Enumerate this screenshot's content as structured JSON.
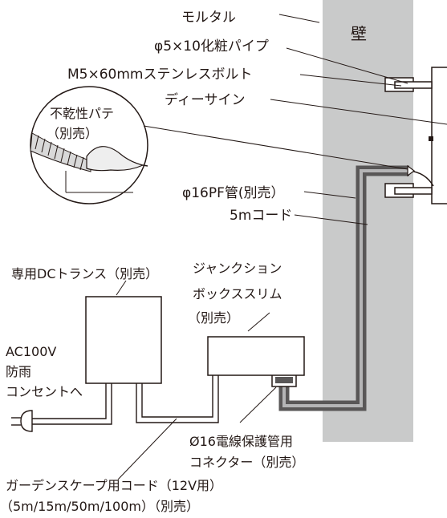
{
  "labels": {
    "mortar": "モルタル",
    "wall": "壁",
    "pipe": "φ5×10化粧パイプ",
    "bolt": "M5×60mmステンレスボルト",
    "sign": "ディーサイン",
    "putty_line1": "不乾性パテ",
    "putty_line2": "（別売）",
    "pf_pipe": "φ16PF管(別売）",
    "cord": "5mコード",
    "transformer": "専用DCトランス（別売）",
    "junction_line1": "ジャンクション",
    "junction_line2": "ボックススリム",
    "junction_line3": "（別売）",
    "ac_line1": "AC100V",
    "ac_line2": "防雨",
    "ac_line3": "コンセントへ",
    "connector_line1": "Ø16電線保護管用",
    "connector_line2": "コネクター（別売）",
    "garden_cord_line1": "ガーデンスケープ用コード（12V用）",
    "garden_cord_line2": "（5m/15m/50m/100m）（別売）"
  },
  "colors": {
    "wall": "#c9caca",
    "text": "#231815",
    "pf_pipe_outer": "#595757",
    "cord_inner": "#b5b5b6",
    "box_stroke": "#231815"
  }
}
